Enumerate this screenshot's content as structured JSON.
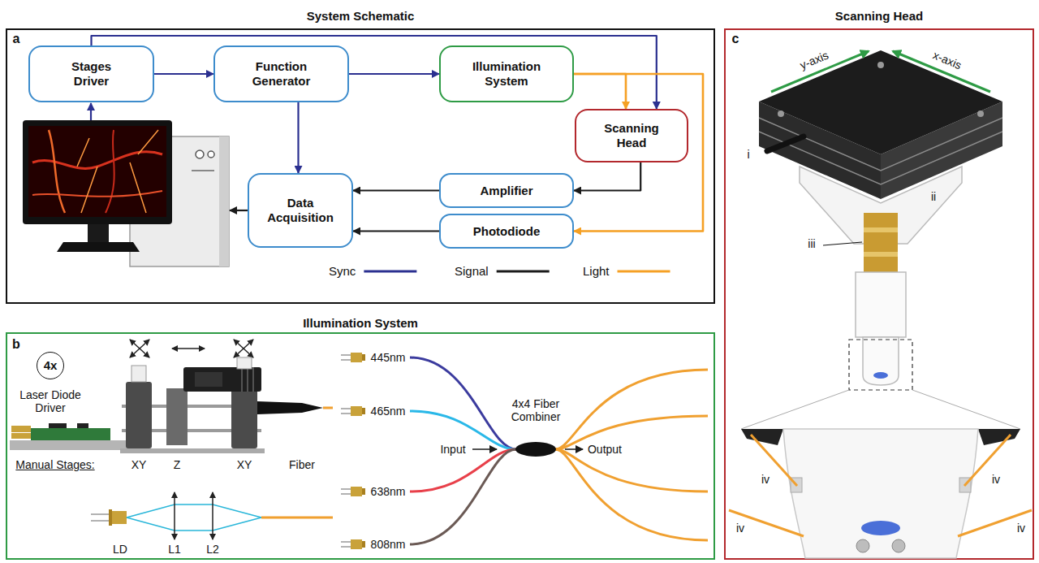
{
  "diagram": {
    "nodes": [
      {
        "text": [
          "Stages Driver"
        ]
      },
      {
        "text": [
          "Function Generator"
        ]
      },
      {
        "text": [
          "Illumination System"
        ]
      },
      {
        "text": [
          "Scanning Head"
        ]
      },
      {
        "text": [
          "Data Acquisition"
        ]
      },
      {
        "text": [
          "Amplifier"
        ]
      },
      {
        "text": [
          "Photodiode"
        ]
      },
      {
        "text": [
          "4x"
        ]
      }
    ],
    "edges": [
      {
        "from": 0,
        "to": 1,
        "arrow": "to"
      },
      {
        "from": 0,
        "to": 3,
        "arrow": "to"
      },
      {
        "from": 1,
        "to": 2,
        "arrow": "to"
      },
      {
        "from": 1,
        "to": 4,
        "arrow": "to"
      },
      {
        "from": 2,
        "to": 3,
        "arrow": "to"
      },
      {
        "from": 2,
        "to": 6,
        "arrow": "to"
      },
      {
        "from": 3,
        "to": 5,
        "arrow": "to"
      },
      {
        "from": 5,
        "to": 4,
        "arrow": "to"
      },
      {
        "from": 6,
        "to": 4,
        "arrow": "to"
      }
    ],
    "labels": [
      "System Schematic",
      "a",
      "Illumination System",
      "b",
      "Scanning Head",
      "c",
      "Laser Diode Driver",
      "Manual Stages:",
      "XY",
      "Z",
      "XY",
      "Fiber",
      "LD",
      "L1",
      "L2",
      "445nm",
      "465nm",
      "638nm",
      "808nm",
      "4x4 Fiber Combiner",
      "Input",
      "Output",
      "y-axis",
      "x-axis",
      "i",
      "ii",
      "iii",
      "iv",
      "iv",
      "iv",
      "iv"
    ],
    "legend": [
      {
        "text": "Sync"
      },
      {
        "text": "Signal"
      },
      {
        "text": "Light"
      }
    ]
  }
}
